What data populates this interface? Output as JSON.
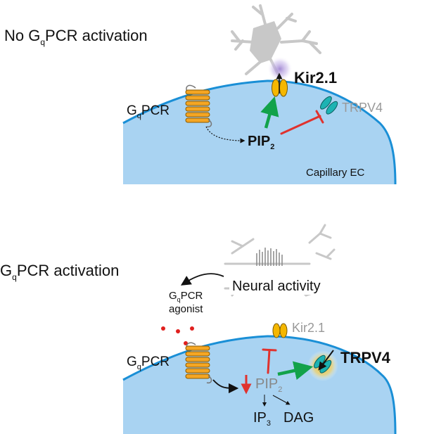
{
  "panel_top": {
    "title": {
      "main": "No G",
      "sub": "q",
      "rest": "PCR activation"
    },
    "gpcr_label": {
      "main": "G",
      "sub": "q",
      "rest": "PCR"
    },
    "pip2_label": {
      "main": "PIP",
      "sub": "2"
    },
    "kir_label": "Kir2.1",
    "trpv4_label": "TRPV4",
    "cell_label": "Capillary EC"
  },
  "panel_bottom": {
    "title": {
      "main": "G",
      "sub": "q",
      "rest": "PCR activation"
    },
    "neural_label": "Neural activity",
    "agonist_label": {
      "main": "G",
      "sub": "q",
      "rest": "PCR",
      "line2": "agonist"
    },
    "gpcr_label": {
      "main": "G",
      "sub": "q",
      "rest": "PCR"
    },
    "pip2_label": {
      "main": "PIP",
      "sub": "2"
    },
    "ip3_label": {
      "main": "IP",
      "sub": "3"
    },
    "dag_label": "DAG",
    "kir_label": "Kir2.1",
    "trpv4_label": "TRPV4"
  },
  "colors": {
    "cell_fill": "#a9d3f2",
    "cell_stroke": "#1a8fd6",
    "gpcr": "#f5a623",
    "kir": "#f5b700",
    "trpv4": "#1db3b3",
    "green_arrow": "#12a24a",
    "red_inhibit": "#e0322e",
    "neuron": "#c8c8c8"
  }
}
